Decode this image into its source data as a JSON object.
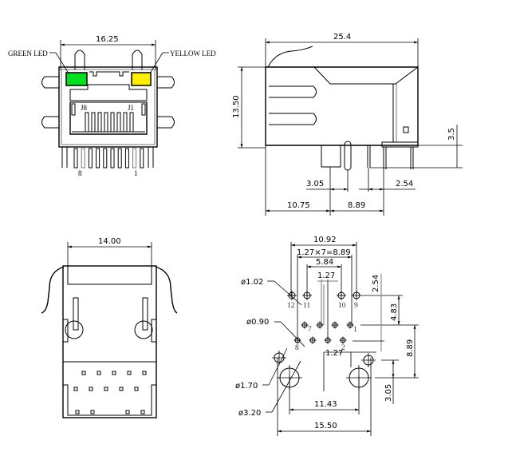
{
  "front_view": {
    "width_dim": "16.25",
    "green_led_label": "GREEN LED",
    "yellow_led_label": "YELLOW LED",
    "j8_label": "J8",
    "j1_label": "J1",
    "pin_left": "8",
    "pin_right": "1",
    "green_led_color": "#00e020",
    "yellow_led_color": "#ffee00"
  },
  "side_view": {
    "length_dim": "25.4",
    "height_dim": "13.50",
    "pin_height_dim": "3.5",
    "dim_3_05": "3.05",
    "dim_2_54": "2.54",
    "dim_10_75": "10.75",
    "dim_8_89": "8.89"
  },
  "bottom_view": {
    "width_dim": "14.00"
  },
  "pcb_layout": {
    "dim_10_92": "10.92",
    "dim_pitch_total": "1.27×7=8.89",
    "dim_5_84": "5.84",
    "dim_1_27_top": "1.27",
    "dim_1_27_bottom": "1.27",
    "hole_1_02": "ø1.02",
    "hole_0_90": "ø0.90",
    "hole_1_70": "ø1.70",
    "hole_3_20": "ø3.20",
    "dim_11_43": "11.43",
    "dim_15_50": "15.50",
    "dim_2_54": "2.54",
    "dim_4_83": "4.83",
    "dim_8_89": "8.89",
    "dim_3_05": "3.05",
    "pin_labels": {
      "p12": "12",
      "p11": "11",
      "p10": "10",
      "p9": "9",
      "p7": "7",
      "p1": "1",
      "p8": "8",
      "p2": "2"
    }
  }
}
